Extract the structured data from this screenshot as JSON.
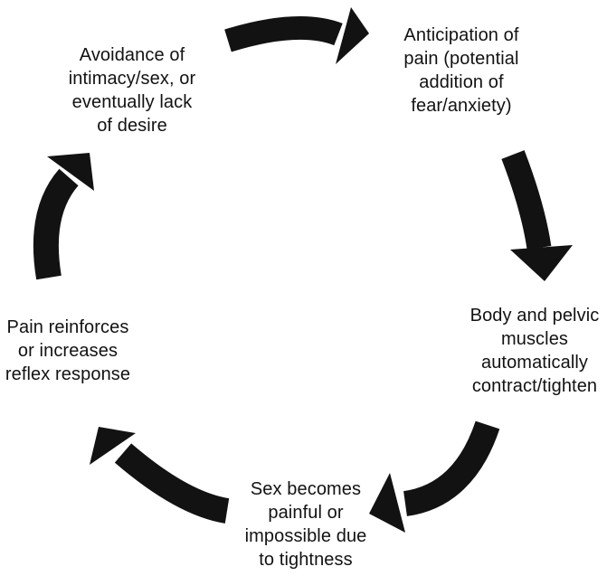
{
  "diagram": {
    "type": "cycle",
    "colors": {
      "ink": "#121212",
      "background": "#ffffff"
    },
    "nodes": [
      {
        "id": "avoidance",
        "text": "Avoidance of\nintimacy/sex, or\neventually lack\nof desire"
      },
      {
        "id": "anticipation",
        "text": "Anticipation of\npain (potential\naddition of\nfear/anxiety)"
      },
      {
        "id": "body",
        "text": "Body and pelvic\nmuscles\nautomatically\ncontract/tighten"
      },
      {
        "id": "sex",
        "text": "Sex becomes\npainful or\nimpossible due\nto tightness"
      },
      {
        "id": "pain",
        "text": "Pain reinforces\nor increases\nreflex response"
      }
    ],
    "arrows": [
      {
        "from": "avoidance",
        "to": "anticipation"
      },
      {
        "from": "anticipation",
        "to": "body"
      },
      {
        "from": "body",
        "to": "sex"
      },
      {
        "from": "sex",
        "to": "pain"
      },
      {
        "from": "pain",
        "to": "avoidance"
      }
    ]
  }
}
